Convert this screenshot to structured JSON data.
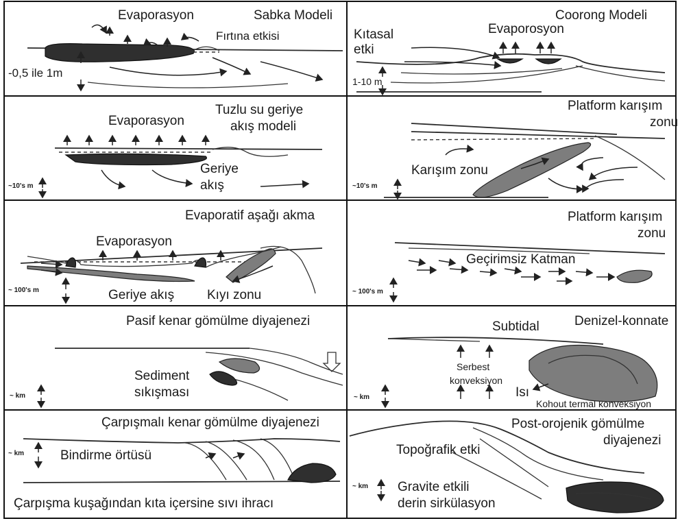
{
  "panels": {
    "sabka": {
      "title": "Sabka Modeli",
      "evap": "Evaporasyon",
      "storm": "Fırtına etkisi",
      "scale": "-0,5 ile 1m"
    },
    "coorong": {
      "title": "Coorong Modeli",
      "continental": [
        "Kıtasal",
        "etki"
      ],
      "evap": "Evaporosyon",
      "scale": "1-10 m"
    },
    "reflux": {
      "title": [
        "Tuzlu su geriye",
        "akış modeli"
      ],
      "evap": "Evaporasyon",
      "reflux": [
        "Geriye",
        "akış"
      ],
      "scale": "~10's m"
    },
    "platform_mix": {
      "title": [
        "Platform karışım",
        "zonu"
      ],
      "mix_zone": "Karışım zonu",
      "scale": "~10's m"
    },
    "evap_down": {
      "title": "Evaporatif aşağı akma",
      "evap": "Evaporasyon",
      "reflux": "Geriye akış",
      "shore": "Kıyı zonu",
      "scale": "~ 100's m"
    },
    "platform_mix2": {
      "title": [
        "Platform karışım",
        "zonu"
      ],
      "aquitard": "Geçirimsiz Katman",
      "scale": "~ 100's m"
    },
    "passive": {
      "title": "Pasif kenar gömülme diyajenezi",
      "compaction": [
        "Sediment",
        "sıkışması"
      ],
      "scale": "~ km"
    },
    "marine_connate": {
      "title": "Denizel-konnate",
      "subtidal": "Subtidal",
      "free_conv": [
        "Serbest",
        "konveksiyon"
      ],
      "heat": "Isı",
      "kohout": "Kohout termal konveksiyon",
      "scale": "~ km"
    },
    "collision": {
      "title": "Çarpışmalı kenar gömülme diyajenezi",
      "thrust": "Bindirme örtüsü",
      "expulsion": "Çarpışma kuşağından kıta içersine sıvı ihracı",
      "scale": "~ km"
    },
    "post_orogenic": {
      "title": [
        "Post-orojenik gömülme",
        "diyajenezi"
      ],
      "topo": "Topoğrafik etki",
      "gravity": [
        "Gravite etkili",
        "derin sirkülasyon"
      ],
      "scale": "~ km"
    }
  }
}
